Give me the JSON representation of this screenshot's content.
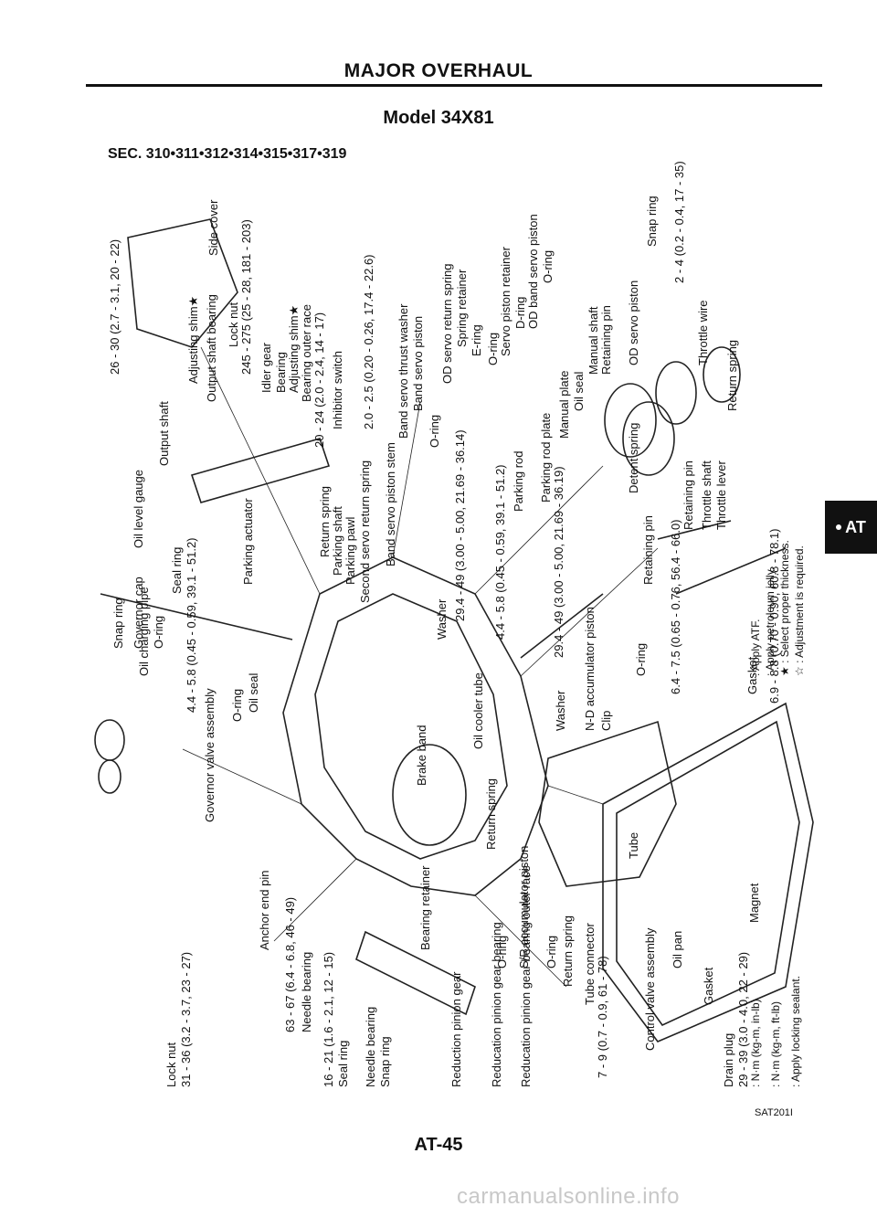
{
  "header": {
    "title": "MAJOR OVERHAUL",
    "model": "Model 34X81",
    "section": "SEC. 310•311•312•314•315•317•319"
  },
  "side_tab": {
    "label": "AT"
  },
  "diagram": {
    "figure_code": "SAT201I",
    "labels": [
      {
        "id": "lock-nut",
        "text": "Lock nut"
      },
      {
        "id": "torque-31-36",
        "text": "31 - 36 (3.2 - 3.7, 23 - 27)"
      },
      {
        "id": "torque-16-21",
        "text": "16 - 21 (1.6 - 2.1, 12 - 15)"
      },
      {
        "id": "seal-ring-1",
        "text": "Seal ring"
      },
      {
        "id": "needle-bearing-1",
        "text": "Needle bearing"
      },
      {
        "id": "snap-ring-1",
        "text": "Snap ring"
      },
      {
        "id": "reduction-pinion-gear",
        "text": "Reduction pinion gear"
      },
      {
        "id": "bearing-retainer",
        "text": "Bearing retainer"
      },
      {
        "id": "reducation-pinion-gear-bearing",
        "text": "Reducation pinion gear bearing"
      },
      {
        "id": "reducation-pinion-gear-bearing-outer-race",
        "text": "Reducation pinion gear bearing outer race"
      },
      {
        "id": "snap-ring-2",
        "text": "Snap ring"
      },
      {
        "id": "governor-cap",
        "text": "Governor cap"
      },
      {
        "id": "o-ring-1",
        "text": "O-ring"
      },
      {
        "id": "torque-4-4-5-8-gov",
        "text": "4.4 - 5.8 (0.45 - 0.59, 39.1 - 51.2)"
      },
      {
        "id": "governor-valve-assembly",
        "text": "Governor valve assembly"
      },
      {
        "id": "anchor-end-pin",
        "text": "Anchor end pin"
      },
      {
        "id": "torque-63-67",
        "text": "63 - 67 (6.4 - 6.8, 46 - 49)"
      },
      {
        "id": "needle-bearing-2",
        "text": "Needle bearing"
      },
      {
        "id": "oil-charging-pipe",
        "text": "Oil charging pipe"
      },
      {
        "id": "o-ring-2",
        "text": "O-ring"
      },
      {
        "id": "oil-seal-1",
        "text": "Oil seal"
      },
      {
        "id": "oil-level-gauge",
        "text": "Oil level gauge"
      },
      {
        "id": "seal-ring-2",
        "text": "Seal ring"
      },
      {
        "id": "output-shaft",
        "text": "Output shaft"
      },
      {
        "id": "brake-band",
        "text": "Brake band"
      },
      {
        "id": "return-spring-1",
        "text": "Return spring"
      },
      {
        "id": "o-ring-3",
        "text": "O-ring"
      },
      {
        "id": "sr-accumulator-piston",
        "text": "S/R accumulator piston"
      },
      {
        "id": "o-ring-4",
        "text": "O-ring"
      },
      {
        "id": "return-spring-2",
        "text": "Return spring"
      },
      {
        "id": "tube-connector",
        "text": "Tube connector"
      },
      {
        "id": "torque-7-9",
        "text": "7 - 9 (0.7 - 0.9, 61 - 78)"
      },
      {
        "id": "control-valve-assembly",
        "text": "Control valve assembly"
      },
      {
        "id": "tube",
        "text": "Tube"
      },
      {
        "id": "drain-plug",
        "text": "Drain plug"
      },
      {
        "id": "torque-29-39",
        "text": "29 - 39 (3.0 - 4.0, 22 - 29)"
      },
      {
        "id": "gasket-1",
        "text": "Gasket"
      },
      {
        "id": "oil-pan",
        "text": "Oil pan"
      },
      {
        "id": "magnet",
        "text": "Magnet"
      },
      {
        "id": "oil-cooler-tube",
        "text": "Oil cooler tube"
      },
      {
        "id": "washer-1",
        "text": "Washer"
      },
      {
        "id": "nd-accumulator-piston",
        "text": "N-D accumulator piston"
      },
      {
        "id": "clip",
        "text": "Clip"
      },
      {
        "id": "o-ring-5",
        "text": "O-ring"
      },
      {
        "id": "torque-6-4-7-5",
        "text": "6.4 - 7.5 (0.65 - 0.76, 56.4 - 66.0)"
      },
      {
        "id": "gasket-2",
        "text": "Gasket"
      },
      {
        "id": "torque-6-9-8-8",
        "text": "6.9 - 8.8 (0.70 - 0.90, 60.8 - 78.1)"
      },
      {
        "id": "washer-2",
        "text": "Washer"
      },
      {
        "id": "torque-29-4-49-a",
        "text": "29.4 - 49 (3.00 - 5.00, 21.69 - 36.14)"
      },
      {
        "id": "torque-4-4-5-8-b",
        "text": "4.4 - 5.8 (0.45 - 0.59, 39.1 - 51.2)"
      },
      {
        "id": "torque-29-4-49-b",
        "text": "29.4 - 49 (3.00 - 5.00, 21.69 - 36.19)"
      },
      {
        "id": "retaining-pin-1",
        "text": "Retaining pin"
      },
      {
        "id": "torque-26-30",
        "text": "26 - 30 (2.7 - 3.1, 20 - 22)"
      },
      {
        "id": "adjusting-shim-1",
        "text": "Adjusting shim★"
      },
      {
        "id": "output-shaft-bearing",
        "text": "Output shaft bearing"
      },
      {
        "id": "side-cover",
        "text": "Side cover"
      },
      {
        "id": "lock-nut-2",
        "text": "Lock nut"
      },
      {
        "id": "torque-245-275",
        "text": "245 - 275 (25 - 28, 181 - 203)"
      },
      {
        "id": "idler-gear",
        "text": "Idler gear"
      },
      {
        "id": "bearing",
        "text": "Bearing"
      },
      {
        "id": "adjusting-shim-2",
        "text": "Adjusting shim★"
      },
      {
        "id": "bearing-outer-race",
        "text": "Bearing outer race"
      },
      {
        "id": "torque-20-24",
        "text": "20 - 24 (2.0 - 2.4, 14 - 17)"
      },
      {
        "id": "inhibitor-switch",
        "text": "Inhibitor switch"
      },
      {
        "id": "parking-actuator",
        "text": "Parking actuator"
      },
      {
        "id": "return-spring-3",
        "text": "Return spring"
      },
      {
        "id": "parking-shaft",
        "text": "Parking shaft"
      },
      {
        "id": "parking-pawl",
        "text": "Parking pawl"
      },
      {
        "id": "second-servo-return-spring",
        "text": "Second servo return spring"
      },
      {
        "id": "band-servo-piston-stem",
        "text": "Band servo piston stem"
      },
      {
        "id": "band-servo-thrust-washer",
        "text": "Band servo thrust washer"
      },
      {
        "id": "band-servo-piston",
        "text": "Band servo piston"
      },
      {
        "id": "o-ring-6",
        "text": "O-ring"
      },
      {
        "id": "torque-2-0-2-5",
        "text": "2.0 - 2.5 (0.20 - 0.26, 17.4 - 22.6)"
      },
      {
        "id": "od-servo-return-spring",
        "text": "OD servo return spring"
      },
      {
        "id": "spring-retainer",
        "text": "Spring retainer"
      },
      {
        "id": "e-ring",
        "text": "E-ring"
      },
      {
        "id": "o-ring-7",
        "text": "O-ring"
      },
      {
        "id": "servo-piston-retainer",
        "text": "Servo piston retainer"
      },
      {
        "id": "d-ring",
        "text": "D-ring"
      },
      {
        "id": "od-band-servo-piston",
        "text": "OD band servo piston"
      },
      {
        "id": "o-ring-8",
        "text": "O-ring"
      },
      {
        "id": "parking-rod",
        "text": "Parking rod"
      },
      {
        "id": "parking-rod-plate",
        "text": "Parking rod plate"
      },
      {
        "id": "manual-plate",
        "text": "Manual plate"
      },
      {
        "id": "oil-seal-2",
        "text": "Oil seal"
      },
      {
        "id": "manual-shaft",
        "text": "Manual shaft"
      },
      {
        "id": "retaining-pin-2",
        "text": "Retaining pin"
      },
      {
        "id": "od-servo-piston",
        "text": "OD servo piston"
      },
      {
        "id": "snap-ring-3",
        "text": "Snap ring"
      },
      {
        "id": "torque-2-4",
        "text": "2 - 4 (0.2 - 0.4, 17 - 35)"
      },
      {
        "id": "detent-spring",
        "text": "Detent spring"
      },
      {
        "id": "retaining-pin-3",
        "text": "Retaining pin"
      },
      {
        "id": "throttle-shaft",
        "text": "Throttle shaft"
      },
      {
        "id": "throttle-lever",
        "text": "Throttle lever"
      },
      {
        "id": "return-spring-4",
        "text": "Return spring"
      },
      {
        "id": "throttle-wire",
        "text": "Throttle wire"
      }
    ]
  },
  "legend": [
    {
      "id": "legend-nm-kgm-inlb",
      "text": ": N·m (kg-m, in-lb)"
    },
    {
      "id": "legend-nm-kgm-ftlb",
      "text": ": N·m (kg-m, ft-lb)"
    },
    {
      "id": "legend-locking-sealant",
      "text": ": Apply locking sealant."
    },
    {
      "id": "legend-atf",
      "text": ": Apply ATF."
    },
    {
      "id": "legend-petroleum-jelly",
      "text": ": Apply petroleum jelly."
    },
    {
      "id": "legend-select-thickness",
      "text": "★ : Select proper thickness."
    },
    {
      "id": "legend-adjustment",
      "text": "☆ : Adjustment is required."
    }
  ],
  "page_number": "AT-45",
  "footer_site": "carmanualsonline.info"
}
